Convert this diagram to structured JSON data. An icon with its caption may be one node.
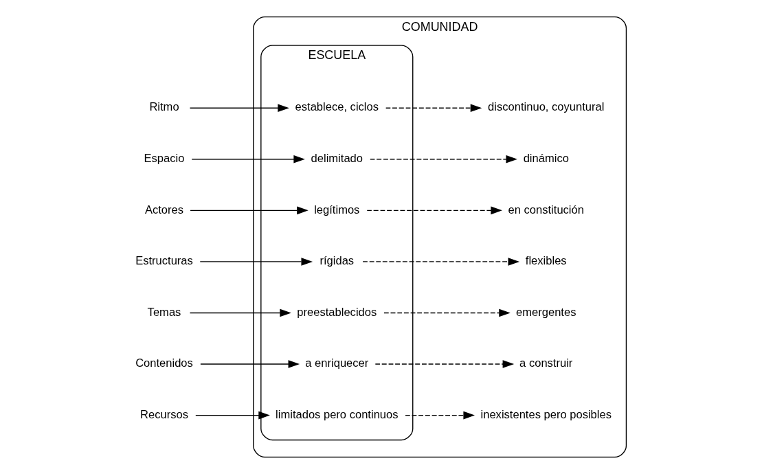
{
  "diagram": {
    "nodes": [
      {
        "text": [
          "COMUNIDAD"
        ]
      },
      {
        "text": [
          "ESCUELA"
        ],
        "in": 0
      },
      {
        "text": [
          "Ritmo"
        ]
      },
      {
        "text": [
          "establece, ciclos"
        ],
        "in": 1
      },
      {
        "text": [
          "discontinuo, coyuntural"
        ],
        "in": 0
      },
      {
        "text": [
          "Espacio"
        ]
      },
      {
        "text": [
          "delimitado"
        ],
        "in": 1
      },
      {
        "text": [
          "dinámico"
        ],
        "in": 0
      },
      {
        "text": [
          "Actores"
        ]
      },
      {
        "text": [
          "legítimos"
        ],
        "in": 1
      },
      {
        "text": [
          "en constitución"
        ],
        "in": 0
      },
      {
        "text": [
          "Estructuras"
        ]
      },
      {
        "text": [
          "rígidas"
        ],
        "in": 1
      },
      {
        "text": [
          "flexibles"
        ],
        "in": 0
      },
      {
        "text": [
          "Temas"
        ]
      },
      {
        "text": [
          "preestablecidos"
        ],
        "in": 1
      },
      {
        "text": [
          "emergentes"
        ],
        "in": 0
      },
      {
        "text": [
          "Contenidos"
        ]
      },
      {
        "text": [
          "a enriquecer"
        ],
        "in": 1
      },
      {
        "text": [
          "a construir"
        ],
        "in": 0
      },
      {
        "text": [
          "Recursos"
        ]
      },
      {
        "text": [
          "limitados pero continuos"
        ],
        "in": 1
      },
      {
        "text": [
          "inexistentes pero posibles"
        ],
        "in": 0
      }
    ],
    "edges": [
      {
        "from": 2,
        "to": 3,
        "arrow": "to"
      },
      {
        "from": 3,
        "to": 4,
        "arrow": "to",
        "style": "dashed"
      },
      {
        "from": 5,
        "to": 6,
        "arrow": "to"
      },
      {
        "from": 6,
        "to": 7,
        "arrow": "to",
        "style": "dashed"
      },
      {
        "from": 8,
        "to": 9,
        "arrow": "to"
      },
      {
        "from": 9,
        "to": 10,
        "arrow": "to",
        "style": "dashed"
      },
      {
        "from": 11,
        "to": 12,
        "arrow": "to"
      },
      {
        "from": 12,
        "to": 13,
        "arrow": "to",
        "style": "dashed"
      },
      {
        "from": 14,
        "to": 15,
        "arrow": "to"
      },
      {
        "from": 15,
        "to": 16,
        "arrow": "to",
        "style": "dashed"
      },
      {
        "from": 17,
        "to": 18,
        "arrow": "to"
      },
      {
        "from": 18,
        "to": 19,
        "arrow": "to",
        "style": "dashed"
      },
      {
        "from": 20,
        "to": 21,
        "arrow": "to"
      },
      {
        "from": 21,
        "to": 22,
        "arrow": "to",
        "style": "dashed"
      }
    ]
  }
}
